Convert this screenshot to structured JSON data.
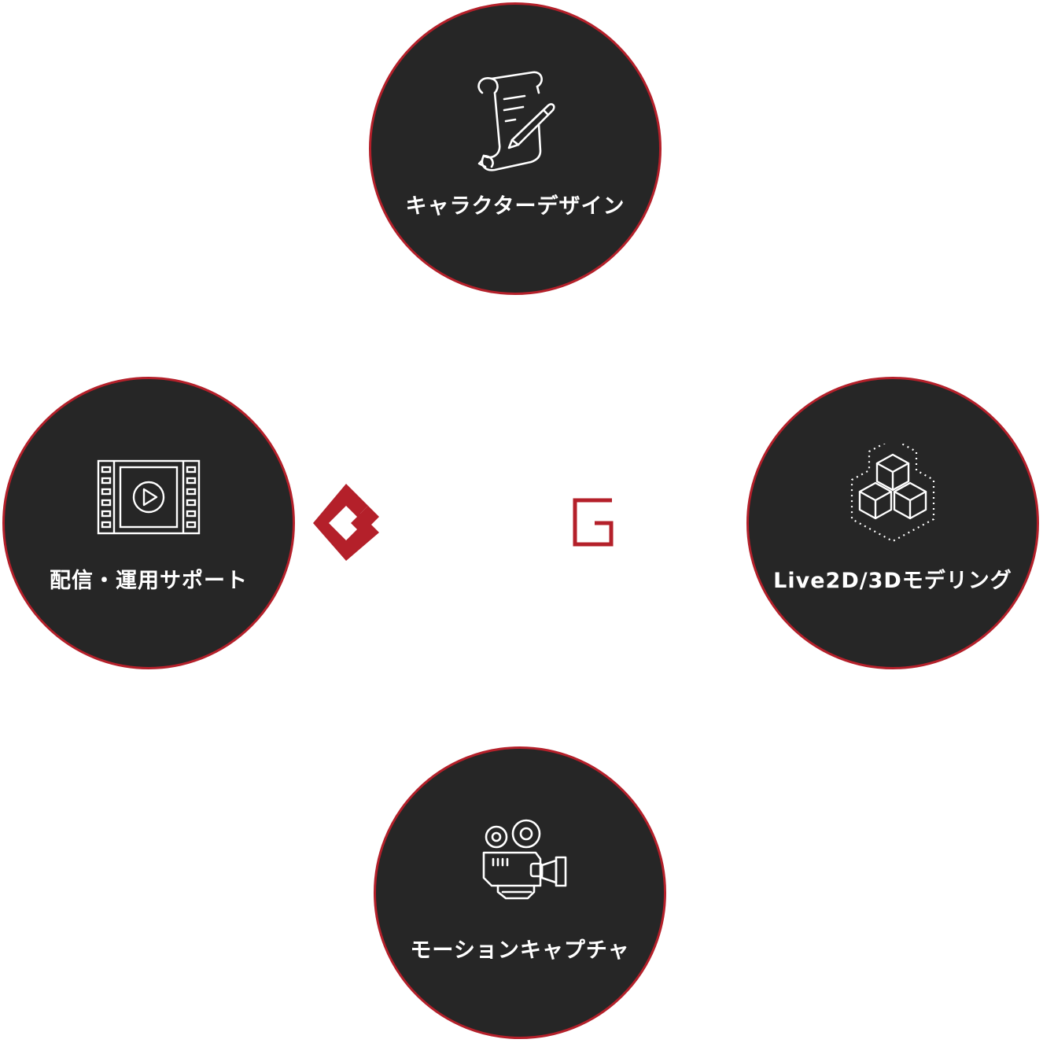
{
  "colors": {
    "circle_fill": "#262626",
    "circle_border": "#b4202a",
    "brand_red": "#b4202a",
    "label_text": "#ffffff"
  },
  "services": [
    {
      "id": "top",
      "label": "キャラクターデザイン",
      "icon": "scroll-pen-icon"
    },
    {
      "id": "right",
      "label": "Live2D/3Dモデリング",
      "icon": "cubes-icon"
    },
    {
      "id": "bottom",
      "label": "モーションキャプチャ",
      "icon": "film-camera-icon"
    },
    {
      "id": "left",
      "label": "配信・運用サポート",
      "icon": "video-film-icon"
    }
  ],
  "logo": {
    "mark_icon": "brand-diamond-g-icon",
    "letter_icon": "brand-letter-g-icon"
  }
}
